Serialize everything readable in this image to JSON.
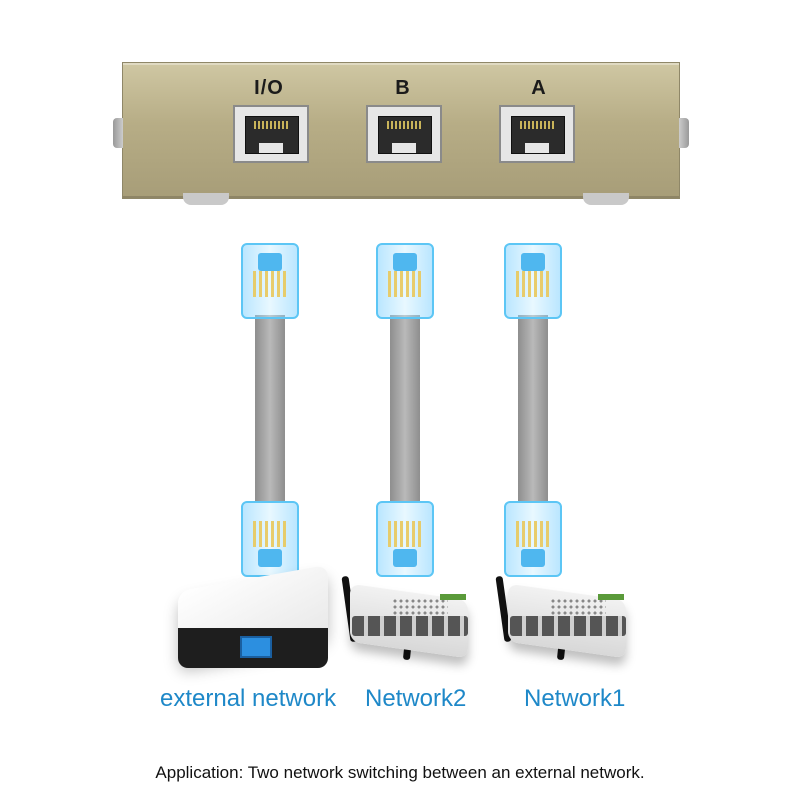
{
  "switch": {
    "ports": [
      {
        "label": "I/O"
      },
      {
        "label": "B"
      },
      {
        "label": "A"
      }
    ]
  },
  "devices": {
    "external": {
      "label": "external network",
      "icon": "modem-icon"
    },
    "network2": {
      "label": "Network2",
      "icon": "router-icon"
    },
    "network1": {
      "label": "Network1",
      "icon": "router-icon"
    }
  },
  "colors": {
    "label_blue": "#1e88c8",
    "plug_blue": "#5cc6f5"
  },
  "caption": "Application: Two network switching between an external network."
}
